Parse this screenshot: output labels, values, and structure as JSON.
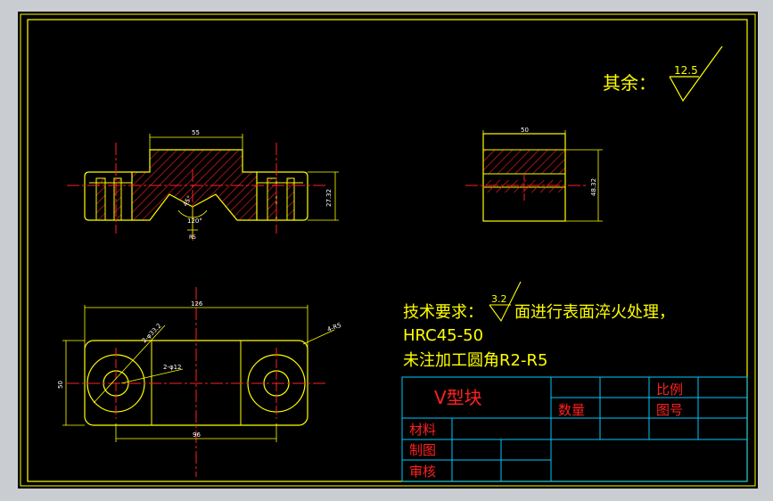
{
  "roughness_rest": {
    "label": "其余：",
    "value": "12.5"
  },
  "dimensions": {
    "top_width": "55",
    "right_height": "27.32",
    "angle_symbol": "45°",
    "angle": "120°",
    "small_dim": "R5",
    "side_width": "50",
    "side_height": "48.32",
    "bottom_width": "126",
    "bottom_height": "50",
    "bottom_span": "96",
    "hole_large": "2-φ33.2",
    "hole_small": "2-φ12",
    "chamfer": "4-R5"
  },
  "tech": {
    "line1_prefix": "技术要求：",
    "line1_rough": "3.2",
    "line1_suffix": "面进行表面淬火处理，",
    "line2": "HRC45-50",
    "line3": "未注加工圆角R2-R5"
  },
  "title_block": {
    "part_name": "V型块",
    "scale_label": "比例",
    "qty_label": "数量",
    "drawing_no_label": "图号",
    "material_label": "材料",
    "drawn_label": "制图",
    "checked_label": "审核"
  },
  "colors": {
    "background": "#000000",
    "frame": "#ffff00",
    "hatch": "#ff2020",
    "table": "#00c8ff",
    "text": "#ffff00",
    "title": "#ff2020"
  }
}
